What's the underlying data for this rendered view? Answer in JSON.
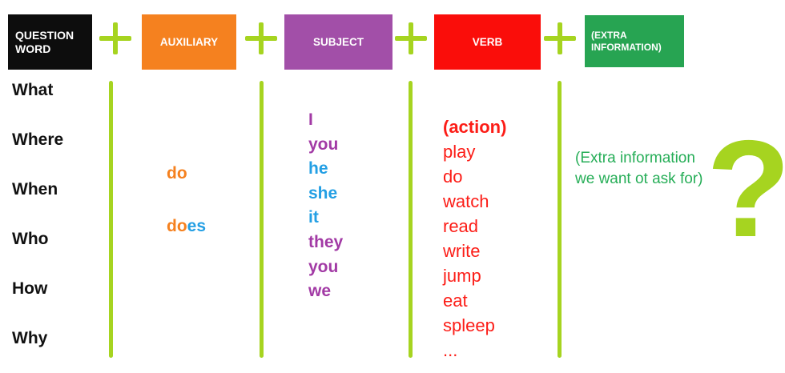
{
  "colors": {
    "box_black": "#0d0d0d",
    "box_orange": "#f5811f",
    "box_purple": "#a24fa8",
    "box_red": "#fa0d0a",
    "box_green": "#27a452",
    "box_label": "#ffffff",
    "lime": "#a6d420",
    "text_black": "#111111",
    "text_orange": "#f5811f",
    "text_blue": "#239fe4",
    "text_purple": "#a23aa5",
    "text_red": "#fc1d17",
    "text_green": "#27ae58"
  },
  "header": {
    "plus_symbol": "+",
    "boxes": [
      {
        "label": "QUESTION\nWORD"
      },
      {
        "label": "AUXILIARY"
      },
      {
        "label": "SUBJECT"
      },
      {
        "label": "VERB"
      },
      {
        "label": "(EXTRA\nINFORMATION)"
      }
    ]
  },
  "question_words": [
    "What",
    "Where",
    "When",
    "Who",
    "How",
    "Why"
  ],
  "auxiliary": {
    "do": "do",
    "does_part1": "do",
    "does_part2": "es"
  },
  "subjects": [
    "I",
    "you",
    "he",
    "she",
    "it",
    "they",
    "you",
    "we"
  ],
  "verbs": {
    "header": "(action)",
    "items": [
      "play",
      "do",
      "watch",
      "read",
      "write",
      "jump",
      "eat",
      "spleep",
      "..."
    ]
  },
  "extra": {
    "note_line1": "(Extra information",
    "note_line2": "we want ot ask for)",
    "question_mark": "?"
  }
}
